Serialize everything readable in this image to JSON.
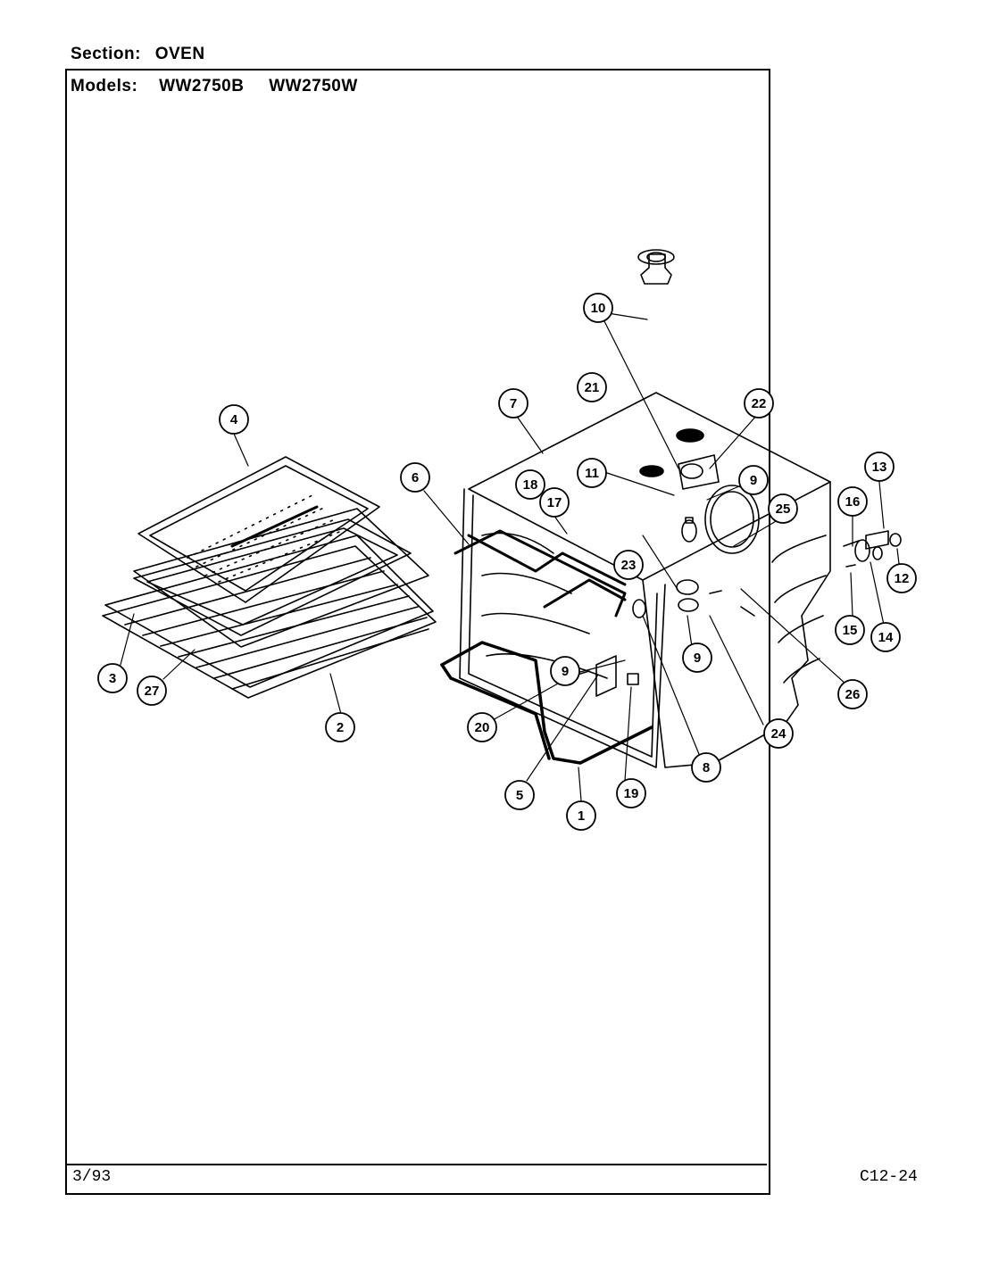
{
  "header": {
    "section_label": "Section:",
    "section_value": "OVEN",
    "models_label": "Models:",
    "models": [
      "WW2750B",
      "WW2750W"
    ]
  },
  "footer": {
    "date": "3/93",
    "code": "C12-24"
  },
  "callouts": [
    "1",
    "2",
    "3",
    "4",
    "5",
    "6",
    "7",
    "8",
    "9",
    "9",
    "9",
    "10",
    "11",
    "12",
    "13",
    "14",
    "15",
    "16",
    "17",
    "18",
    "19",
    "20",
    "21",
    "22",
    "23",
    "24",
    "25",
    "26",
    "27"
  ]
}
